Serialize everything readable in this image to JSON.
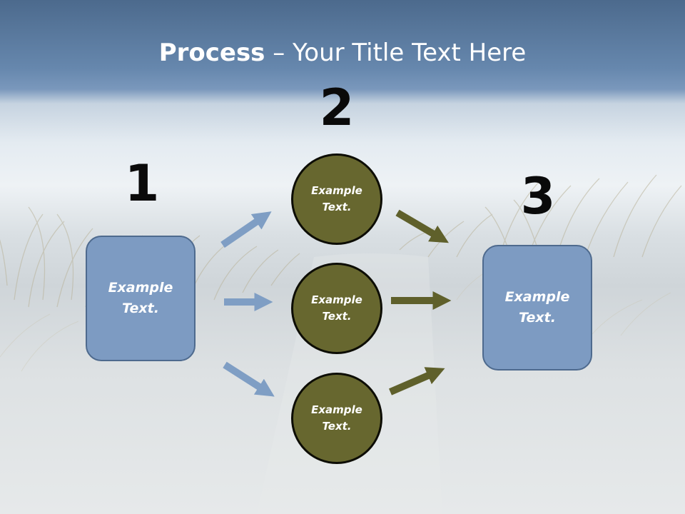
{
  "title": {
    "bold": "Process",
    "rest": " – Your Title Text Here"
  },
  "steps": {
    "one": "1",
    "two": "2",
    "three": "3"
  },
  "left_box": {
    "text": "Example Text."
  },
  "right_box": {
    "text": "Example Text."
  },
  "circles": [
    {
      "text": "Example Text."
    },
    {
      "text": "Example Text."
    },
    {
      "text": "Example Text."
    }
  ],
  "colors": {
    "box_fill": "#7d9bc2",
    "circle_fill": "#67672f",
    "blue_arrow": "#7f9ec4",
    "olive_arrow": "#5f602b"
  }
}
